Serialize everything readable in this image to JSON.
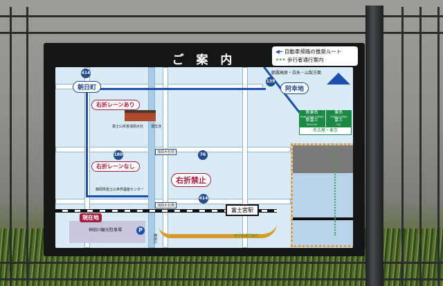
{
  "sign": {
    "title": "ご 案 内",
    "legend": {
      "route": "自動車帰路の推奨ルート",
      "walk": "歩行者通行案内"
    },
    "places": {
      "asahicho": "朝日町",
      "akouji": "阿幸地",
      "direction": "朝霧高原・白糸・山梨方面",
      "shrine": "富士山本宮浅間大社",
      "wakutama": "湧玉池",
      "center": "静岡県富士山世界遺産センター",
      "here": "現在地",
      "parking": "神田川観光駐車場",
      "station": "富士宮駅",
      "river": "神田川",
      "sengen_mae": "浅間大社前",
      "sengen_minami": "浅間大社南"
    },
    "callouts": {
      "lane_yes": "右折レーンあり",
      "lane_no": "右折レーンなし",
      "no_right": "右折禁止"
    },
    "routes": [
      "414",
      "180",
      "76",
      "139",
      "414"
    ],
    "expressway": {
      "left_name": "新東名",
      "left_en": "SHIN-TOMEI EXPWY",
      "left_ic": "新富士",
      "left_ic_en": "Shin-Fuji",
      "right_name": "東名",
      "right_en": "TOMEI EXPWY",
      "right_ic": "富士",
      "right_ic_en": "Fuji",
      "dest": "名古屋・東京"
    },
    "walk_arrow": "歩行者通行案内",
    "colors": {
      "route": "#1b4fae",
      "callout": "#a51b3a",
      "walk": "#3aa84a",
      "expressway": "#1a8a45"
    }
  }
}
